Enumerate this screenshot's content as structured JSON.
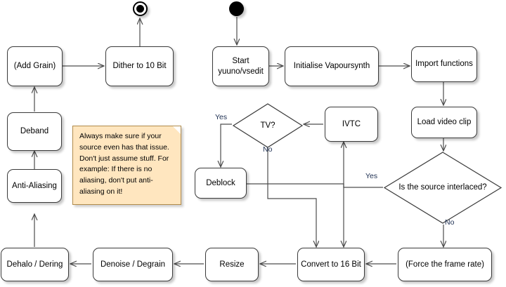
{
  "diagram": {
    "title": "VapourSynth filtering order flowchart",
    "background": "#ffffff",
    "nodes": {
      "start_terminal": {
        "label": "",
        "icon": "filled-circle-start-node"
      },
      "end_terminal": {
        "label": "",
        "icon": "ringed-circle-end-node"
      },
      "start_yuuno": {
        "line1": "Start",
        "line2": "yuuno/vsedit"
      },
      "initialise_vapoursynth": {
        "label": "Initialise Vapoursynth"
      },
      "import_functions": {
        "label": "Import functions"
      },
      "load_video_clip": {
        "label": "Load video clip"
      },
      "is_source_interlaced": {
        "line1": "Is the source",
        "line2": "interlaced?"
      },
      "tv_question": {
        "label": "TV?"
      },
      "ivtc": {
        "label": "IVTC"
      },
      "deblock": {
        "label": "Deblock"
      },
      "force_frame_rate": {
        "label": "(Force the frame rate)"
      },
      "convert_16_bit": {
        "label": "Convert to 16 Bit"
      },
      "resize": {
        "label": "Resize"
      },
      "denoise_degrain": {
        "label": "Denoise / Degrain"
      },
      "dehalo_dering": {
        "label": "Dehalo / Dering"
      },
      "anti_aliasing": {
        "label": "Anti-Aliasing"
      },
      "deband": {
        "label": "Deband"
      },
      "add_grain": {
        "label": "(Add Grain)"
      },
      "dither_10_bit": {
        "label": "Dither to 10 Bit"
      }
    },
    "edge_labels": {
      "interlaced_yes": "Yes",
      "interlaced_no": "No",
      "tv_yes": "Yes",
      "tv_no": "No"
    },
    "note": {
      "text": "Always make sure if your source even has that issue. Don't just assume stuff. For example: If there is no aliasing, don't put anti-aliasing on it!",
      "background": "#ffe6bf",
      "border": "#b08a4a"
    },
    "colors": {
      "node_border": "#3a3a3a",
      "node_fill": "#ffffff",
      "edge": "#4d4d4d",
      "label_text": "#223355",
      "text": "#000000"
    }
  }
}
